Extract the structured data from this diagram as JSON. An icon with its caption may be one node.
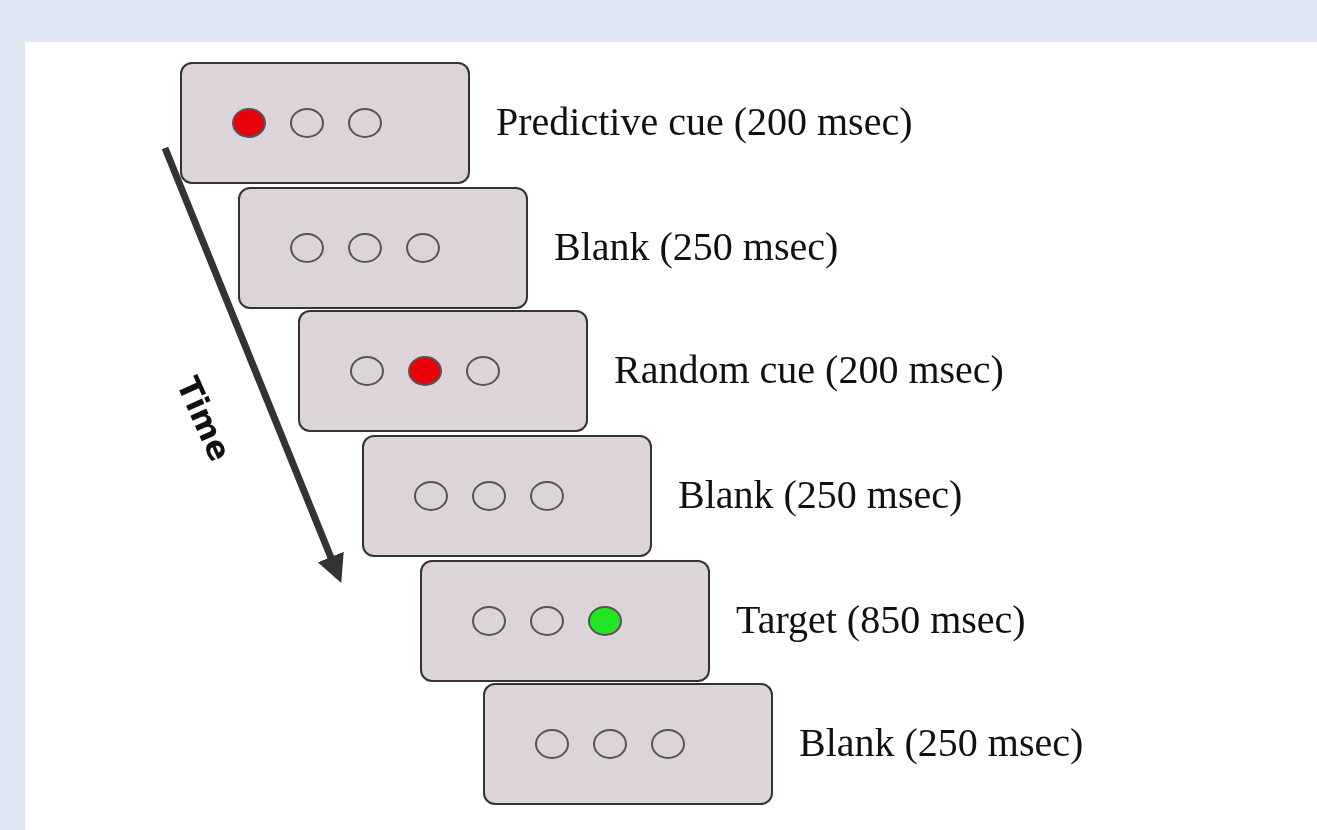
{
  "diagram": {
    "nodes": [
      {
        "text": [],
        "shape": "box",
        "beside": [
          "Predictive cue (200 msec)"
        ]
      },
      {
        "text": [],
        "shape": "box",
        "beside": [
          "Blank (250 msec)"
        ]
      },
      {
        "text": [],
        "shape": "box",
        "beside": [
          "Random cue (200 msec)"
        ]
      },
      {
        "text": [],
        "shape": "box",
        "beside": [
          "Blank (250 msec)"
        ]
      },
      {
        "text": [],
        "shape": "box",
        "beside": [
          "Target (850 msec)"
        ]
      },
      {
        "text": [],
        "shape": "box",
        "beside": [
          "Blank (250 msec)"
        ]
      }
    ],
    "labels": [
      "Time"
    ]
  }
}
